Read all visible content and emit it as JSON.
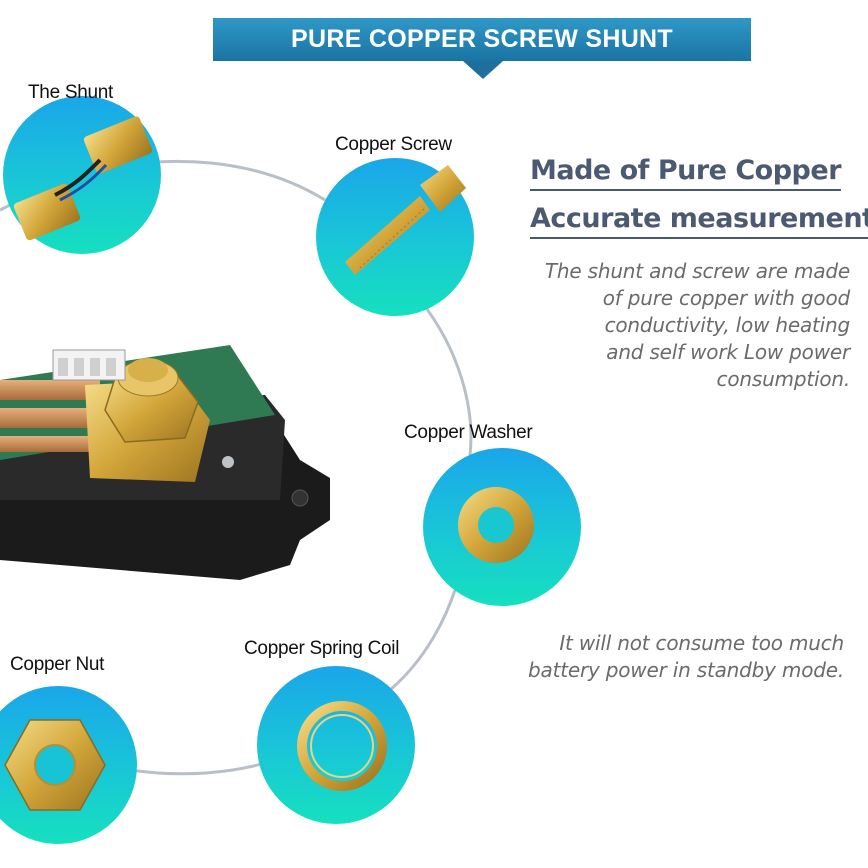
{
  "banner": {
    "title": "PURE COPPER SCREW SHUNT"
  },
  "parts": {
    "shunt": "The Shunt",
    "screw": "Copper Screw",
    "washer": "Copper  Washer",
    "spring": "Copper Spring Coil",
    "nut": "Copper Nut"
  },
  "features": {
    "heading1": "Made of Pure Copper",
    "heading2": "Accurate measurement",
    "description": "The shunt and screw are made\nof pure copper with good\nconductivity, low heating\nand self work Low power\nconsumption.",
    "standby_note": "It will not consume too much\nbattery power in standby mode."
  },
  "colors": {
    "banner": "#1a74a3",
    "heading": "#4b5a72",
    "circle_top": "#1fb0e8",
    "circle_bottom": "#14d9c2",
    "copper": "#d9b24a"
  }
}
